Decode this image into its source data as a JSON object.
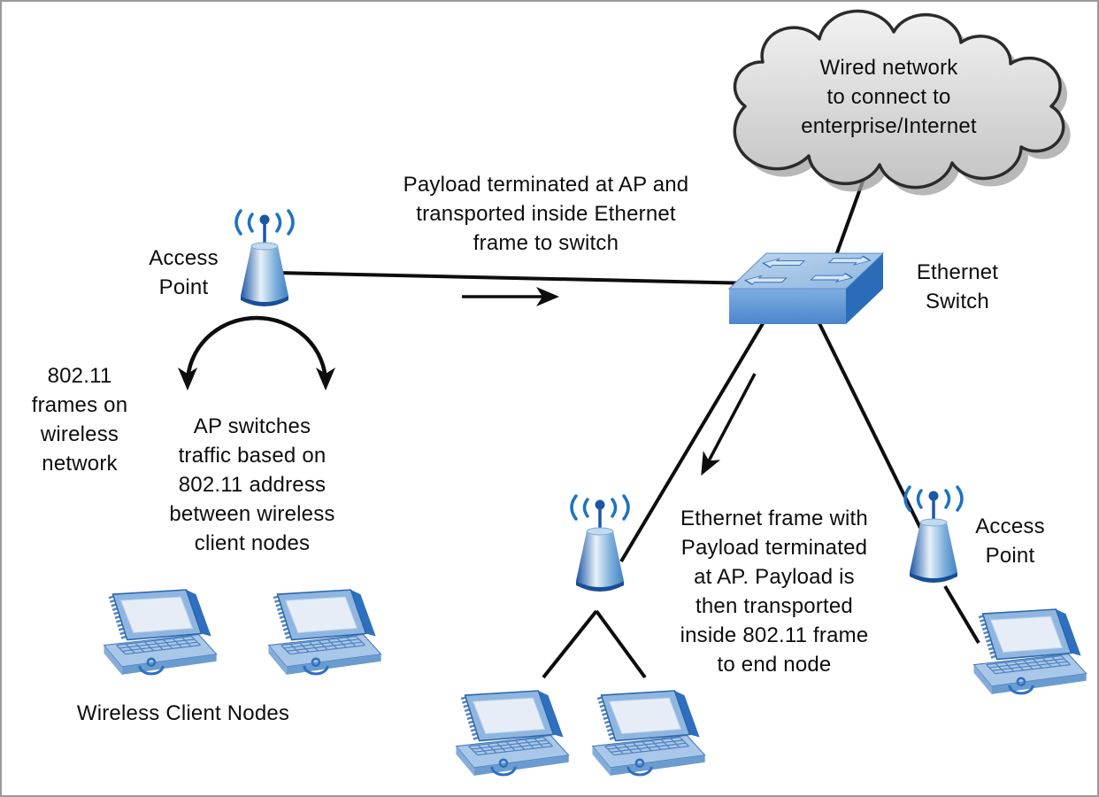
{
  "diagram": {
    "cloud": {
      "label": "Wired network\nto connect to\nenterprise/Internet"
    },
    "switch": {
      "label": "Ethernet\nSwitch"
    },
    "ap_left": {
      "label": "Access\nPoint"
    },
    "ap_right": {
      "label": "Access\nPoint"
    },
    "annotations": {
      "payload_to_switch": "Payload terminated at AP and\ntransported inside Ethernet\nframe to switch",
      "frames_wireless": "802.11\nframes on\nwireless\nnetwork",
      "ap_switches_traffic": "AP switches\ntraffic based on\n802.11 address\nbetween wireless\nclient nodes",
      "ethernet_frame_to_end": "Ethernet frame with\nPayload terminated\nat AP. Payload is\nthen transported\ninside 802.11 frame\nto end node",
      "wireless_client_nodes": "Wireless Client Nodes"
    },
    "colors": {
      "line": "#0d0d0d",
      "text": "#0d0d0d",
      "ap_dark": "#1c57a4",
      "ap_light": "#e8f1f9",
      "ap_mid": "#3f83c4",
      "wave_blue": "#1d72c2",
      "switch_top": "#aac8e8",
      "switch_front": "#5e93d4",
      "switch_side": "#2a6cb8",
      "laptop_body": "#a9c7e8",
      "laptop_screen": "#e7edf7",
      "laptop_edge": "#2e6fc0",
      "cloud_fill": "#d9d9d9",
      "cloud_stroke": "#2b2b2b"
    }
  }
}
